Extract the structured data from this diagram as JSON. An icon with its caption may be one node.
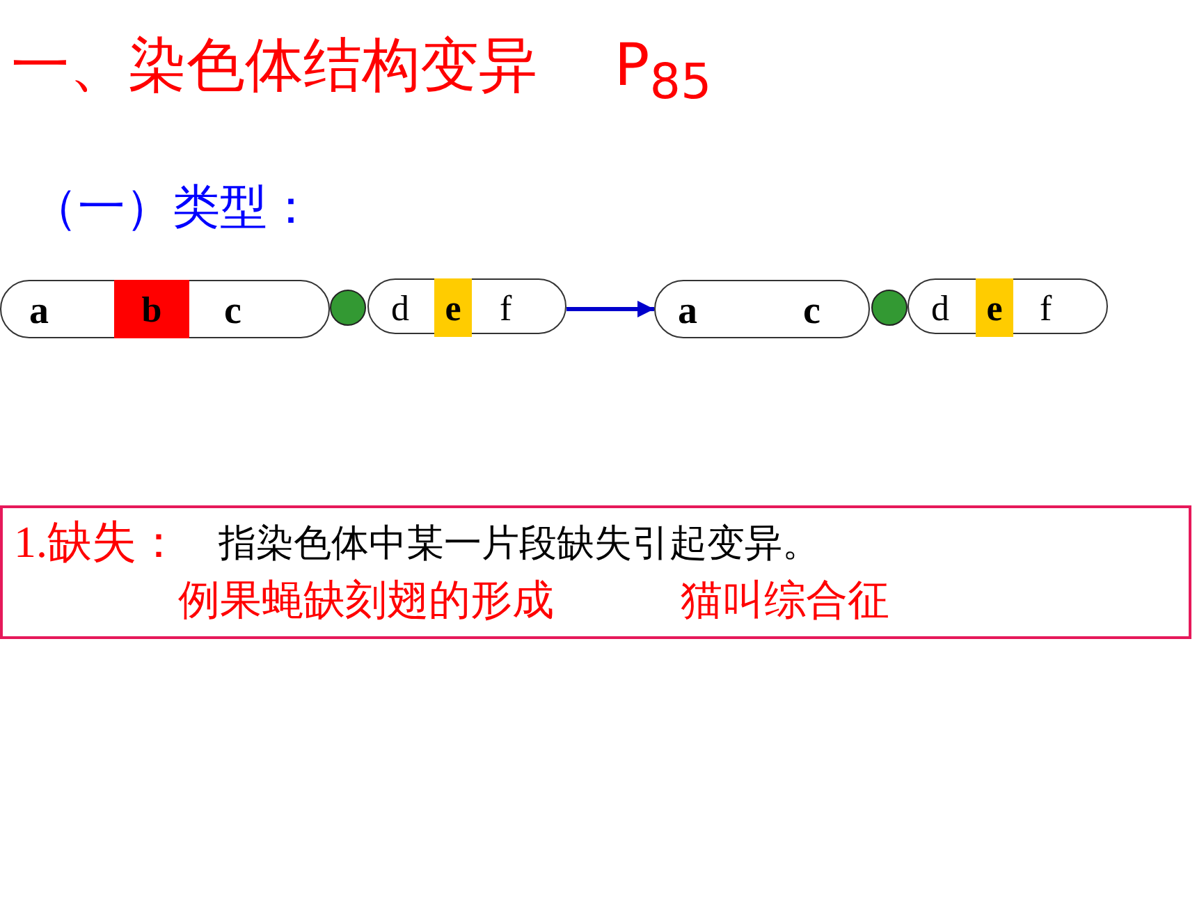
{
  "diagram": {
    "title": "一、染色体结构变异　 P$_{85}$",
    "nodes": [
      {
        "text": [
          "a",
          "c"
        ]
      },
      {
        "text": [
          "b"
        ],
        "in": 0
      },
      {
        "text": [],
        "shape": "circle"
      },
      {
        "text": [
          "d",
          "f"
        ]
      },
      {
        "text": [
          "e"
        ],
        "in": 3
      },
      {
        "text": [
          "a",
          "c"
        ]
      },
      {
        "text": [],
        "shape": "circle"
      },
      {
        "text": [
          "d",
          "f"
        ]
      },
      {
        "text": [
          "e"
        ],
        "in": 7
      },
      {
        "text": [
          "1.缺失：",
          "指染色体中某一片段缺失引起变异。",
          "例果蝇缺刻翅的形成",
          "猫叫综合征"
        ]
      }
    ],
    "edges": [
      {
        "from": 3,
        "to": 5,
        "arrow": "to",
        "color": "#0000cc"
      }
    ],
    "labels": [
      "（一）类型："
    ]
  }
}
